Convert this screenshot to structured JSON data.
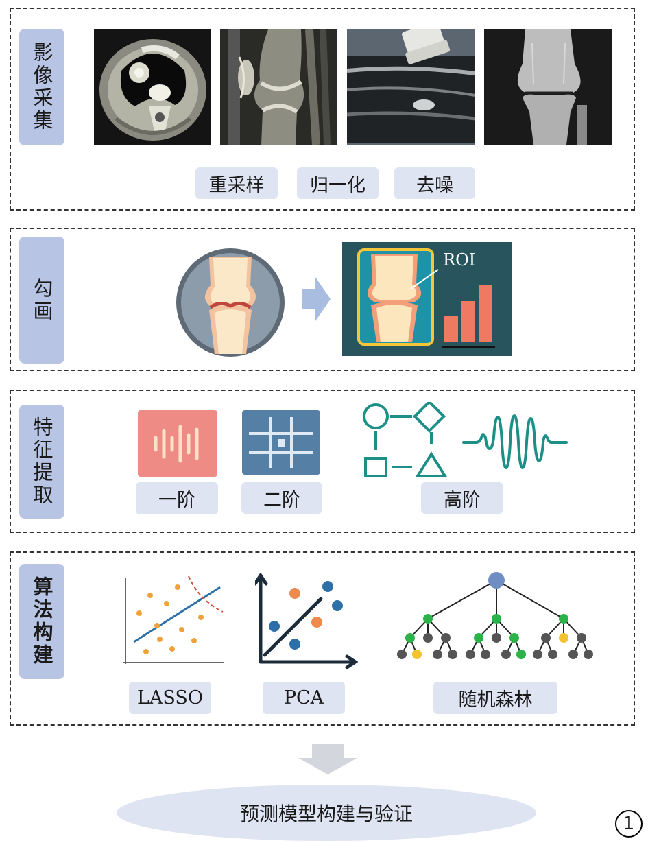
{
  "panels": [
    {
      "label": "影像采集",
      "tags": [
        "重采样",
        "归一化",
        "去噪"
      ]
    },
    {
      "label": "勾画",
      "roi_label": "ROI"
    },
    {
      "label": "特征提取",
      "tags": [
        "一阶",
        "二阶",
        "高阶"
      ]
    },
    {
      "label": "算法构建",
      "tags": [
        "LASSO",
        "PCA",
        "随机森林"
      ]
    }
  ],
  "final_label": "预测模型构建与验证",
  "figure_number": "1",
  "colors": {
    "label_bg": "#b8c4e3",
    "tag_bg": "#dfe4f3",
    "teal": "#1e8f87",
    "salmon": "#ef7a62",
    "slate": "#557fa5"
  }
}
